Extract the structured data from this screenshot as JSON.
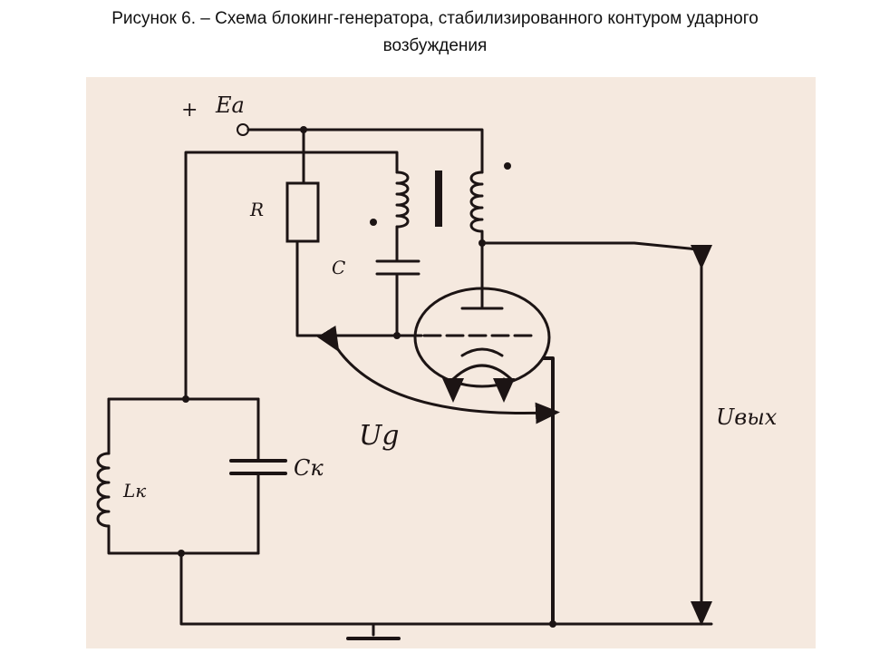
{
  "caption": {
    "line1": "Рисунок 6.   – Схема блокинг-генератора, стабилизированного контуром ударного",
    "line2": "возбуждения"
  },
  "schematic": {
    "supply_sign": "+",
    "supply_label": "Eа",
    "resistor_label": "R",
    "capacitor_label": "C",
    "grid_voltage_label": "Ug",
    "tank_inductor_label": "Lк",
    "tank_capacitor_label": "Cк",
    "output_voltage_label": "Uвых"
  },
  "colors": {
    "ink": "#1c1414",
    "paper": "#f5e9df"
  }
}
